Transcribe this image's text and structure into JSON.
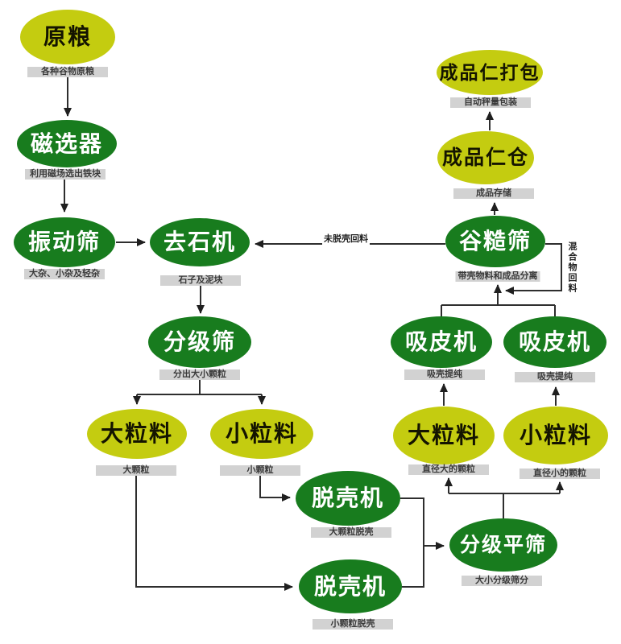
{
  "diagram": {
    "type": "flowchart",
    "subject": "grain-kernel-processing-line",
    "colors": {
      "machine_node": "#187c1e",
      "material_node": "#c4cc10",
      "label_bar_bg": "#d2d2d2",
      "label_bar_text": "#3a3a3a",
      "connector": "#2e2e2e",
      "background": "#ffffff"
    }
  },
  "nodes": {
    "raw_grain": {
      "label": "原粮",
      "sublabel": "各种谷物原粮"
    },
    "magnetic_separator": {
      "label": "磁选器",
      "sublabel": "利用磁场选出铁块"
    },
    "vibrating_screen": {
      "label": "振动筛",
      "sublabel": "大杂、小杂及轻杂"
    },
    "destoner": {
      "label": "去石机",
      "sublabel": "石子及泥块"
    },
    "grading_screen": {
      "label": "分级筛",
      "sublabel": "分出大小颗粒"
    },
    "large_material_left": {
      "label": "大粒料",
      "sublabel": "大颗粒"
    },
    "small_material_left": {
      "label": "小粒料",
      "sublabel": "小颗粒"
    },
    "husker_top": {
      "label": "脱壳机",
      "sublabel": "大颗粒脱壳"
    },
    "husker_bottom": {
      "label": "脱壳机",
      "sublabel": "小颗粒脱壳"
    },
    "grading_flat_screen": {
      "label": "分级平筛",
      "sublabel": "大小分级筛分"
    },
    "large_material_right": {
      "label": "大粒料",
      "sublabel": "直径大的颗粒"
    },
    "small_material_right": {
      "label": "小粒料",
      "sublabel": "直径小的颗粒"
    },
    "husk_suction_left": {
      "label": "吸皮机",
      "sublabel": "吸壳提纯"
    },
    "husk_suction_right": {
      "label": "吸皮机",
      "sublabel": "吸壳提纯"
    },
    "paddy_sieve": {
      "label": "谷糙筛",
      "sublabel": "带壳物料和成品分离"
    },
    "kernel_bin": {
      "label": "成品仁仓",
      "sublabel": "成品存储"
    },
    "kernel_packing": {
      "label": "成品仁打包",
      "sublabel": "自动秤量包装"
    }
  },
  "edge_labels": {
    "unhulled_return": "未脱壳回料",
    "mixture_return": "混合物回料"
  },
  "edges": [
    {
      "from": "raw_grain",
      "to": "magnetic_separator"
    },
    {
      "from": "magnetic_separator",
      "to": "vibrating_screen"
    },
    {
      "from": "vibrating_screen",
      "to": "destoner"
    },
    {
      "from": "paddy_sieve",
      "to": "destoner",
      "label": "未脱壳回料"
    },
    {
      "from": "destoner",
      "to": "grading_screen"
    },
    {
      "from": "grading_screen",
      "to": "large_material_left"
    },
    {
      "from": "grading_screen",
      "to": "small_material_left"
    },
    {
      "from": "small_material_left",
      "to": "husker_top"
    },
    {
      "from": "large_material_left",
      "to": "husker_bottom"
    },
    {
      "from": "husker_top",
      "to": "grading_flat_screen"
    },
    {
      "from": "husker_bottom",
      "to": "grading_flat_screen"
    },
    {
      "from": "grading_flat_screen",
      "to": "large_material_right"
    },
    {
      "from": "grading_flat_screen",
      "to": "small_material_right"
    },
    {
      "from": "large_material_right",
      "to": "husk_suction_left"
    },
    {
      "from": "small_material_right",
      "to": "husk_suction_right"
    },
    {
      "from": "husk_suction_left",
      "to": "paddy_sieve"
    },
    {
      "from": "husk_suction_right",
      "to": "paddy_sieve"
    },
    {
      "from": "paddy_sieve",
      "to": "paddy_sieve",
      "label": "混合物回料"
    },
    {
      "from": "paddy_sieve",
      "to": "kernel_bin"
    },
    {
      "from": "kernel_bin",
      "to": "kernel_packing"
    }
  ]
}
